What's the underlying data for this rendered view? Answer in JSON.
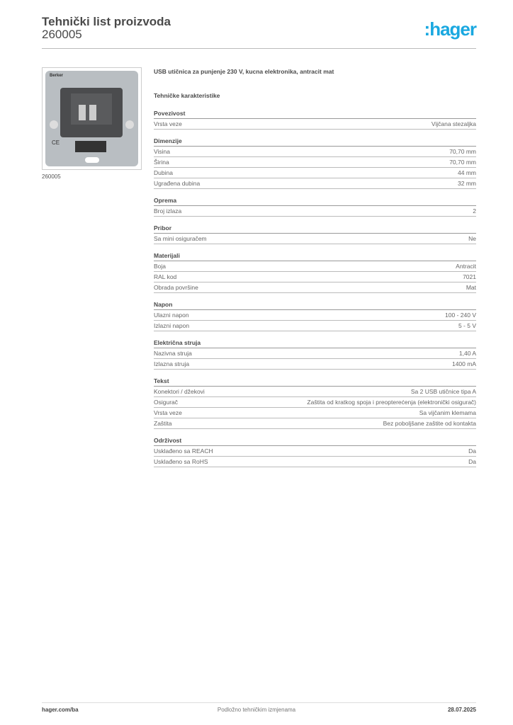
{
  "header": {
    "title": "Tehnički list proizvoda",
    "code": "260005",
    "logo": ":hager"
  },
  "image": {
    "caption": "260005",
    "logo_text": "Berker"
  },
  "main": {
    "description": "USB utičnica za punjenje 230 V, kucna elektronika, antracit mat",
    "heading": "Tehničke karakteristike",
    "sections": [
      {
        "title": "Povezivost",
        "rows": [
          [
            "Vrsta veze",
            "Vijčana stezaljka"
          ]
        ]
      },
      {
        "title": "Dimenzije",
        "rows": [
          [
            "Visina",
            "70,70 mm"
          ],
          [
            "Širina",
            "70,70 mm"
          ],
          [
            "Dubina",
            "44 mm"
          ],
          [
            "Ugrađena dubina",
            "32 mm"
          ]
        ]
      },
      {
        "title": "Oprema",
        "rows": [
          [
            "Broj izlaza",
            "2"
          ]
        ]
      },
      {
        "title": "Pribor",
        "rows": [
          [
            "Sa mini osiguračem",
            "Ne"
          ]
        ]
      },
      {
        "title": "Materijali",
        "rows": [
          [
            "Boja",
            "Antracit"
          ],
          [
            "RAL kod",
            "7021"
          ],
          [
            "Obrada površine",
            "Mat"
          ]
        ]
      },
      {
        "title": "Napon",
        "rows": [
          [
            "Ulazni napon",
            "100 - 240 V"
          ],
          [
            "Izlazni napon",
            "5 - 5 V"
          ]
        ]
      },
      {
        "title": "Električna struja",
        "rows": [
          [
            "Nazivna struja",
            "1,40 A"
          ],
          [
            "Izlazna struja",
            "1400 mA"
          ]
        ]
      },
      {
        "title": "Tekst",
        "rows": [
          [
            "Konektori / džekovi",
            "Sa 2 USB utičnice tipa A"
          ],
          [
            "Osigurač",
            "Zaštita od kratkog spoja i preopterećenja (elektronički osigurač)"
          ],
          [
            "Vrsta veze",
            "Sa vijčanim klemama"
          ],
          [
            "Zaštita",
            "Bez poboljšane zaštite od kontakta"
          ]
        ]
      },
      {
        "title": "Održivost",
        "rows": [
          [
            "Usklađeno sa REACH",
            "Da"
          ],
          [
            "Usklađeno sa RoHS",
            "Da"
          ]
        ]
      }
    ]
  },
  "footer": {
    "website": "hager.com/ba",
    "note": "Podložno tehničkim izmjenama",
    "date": "28.07.2025"
  },
  "colors": {
    "brand": "#1aa8e0"
  }
}
